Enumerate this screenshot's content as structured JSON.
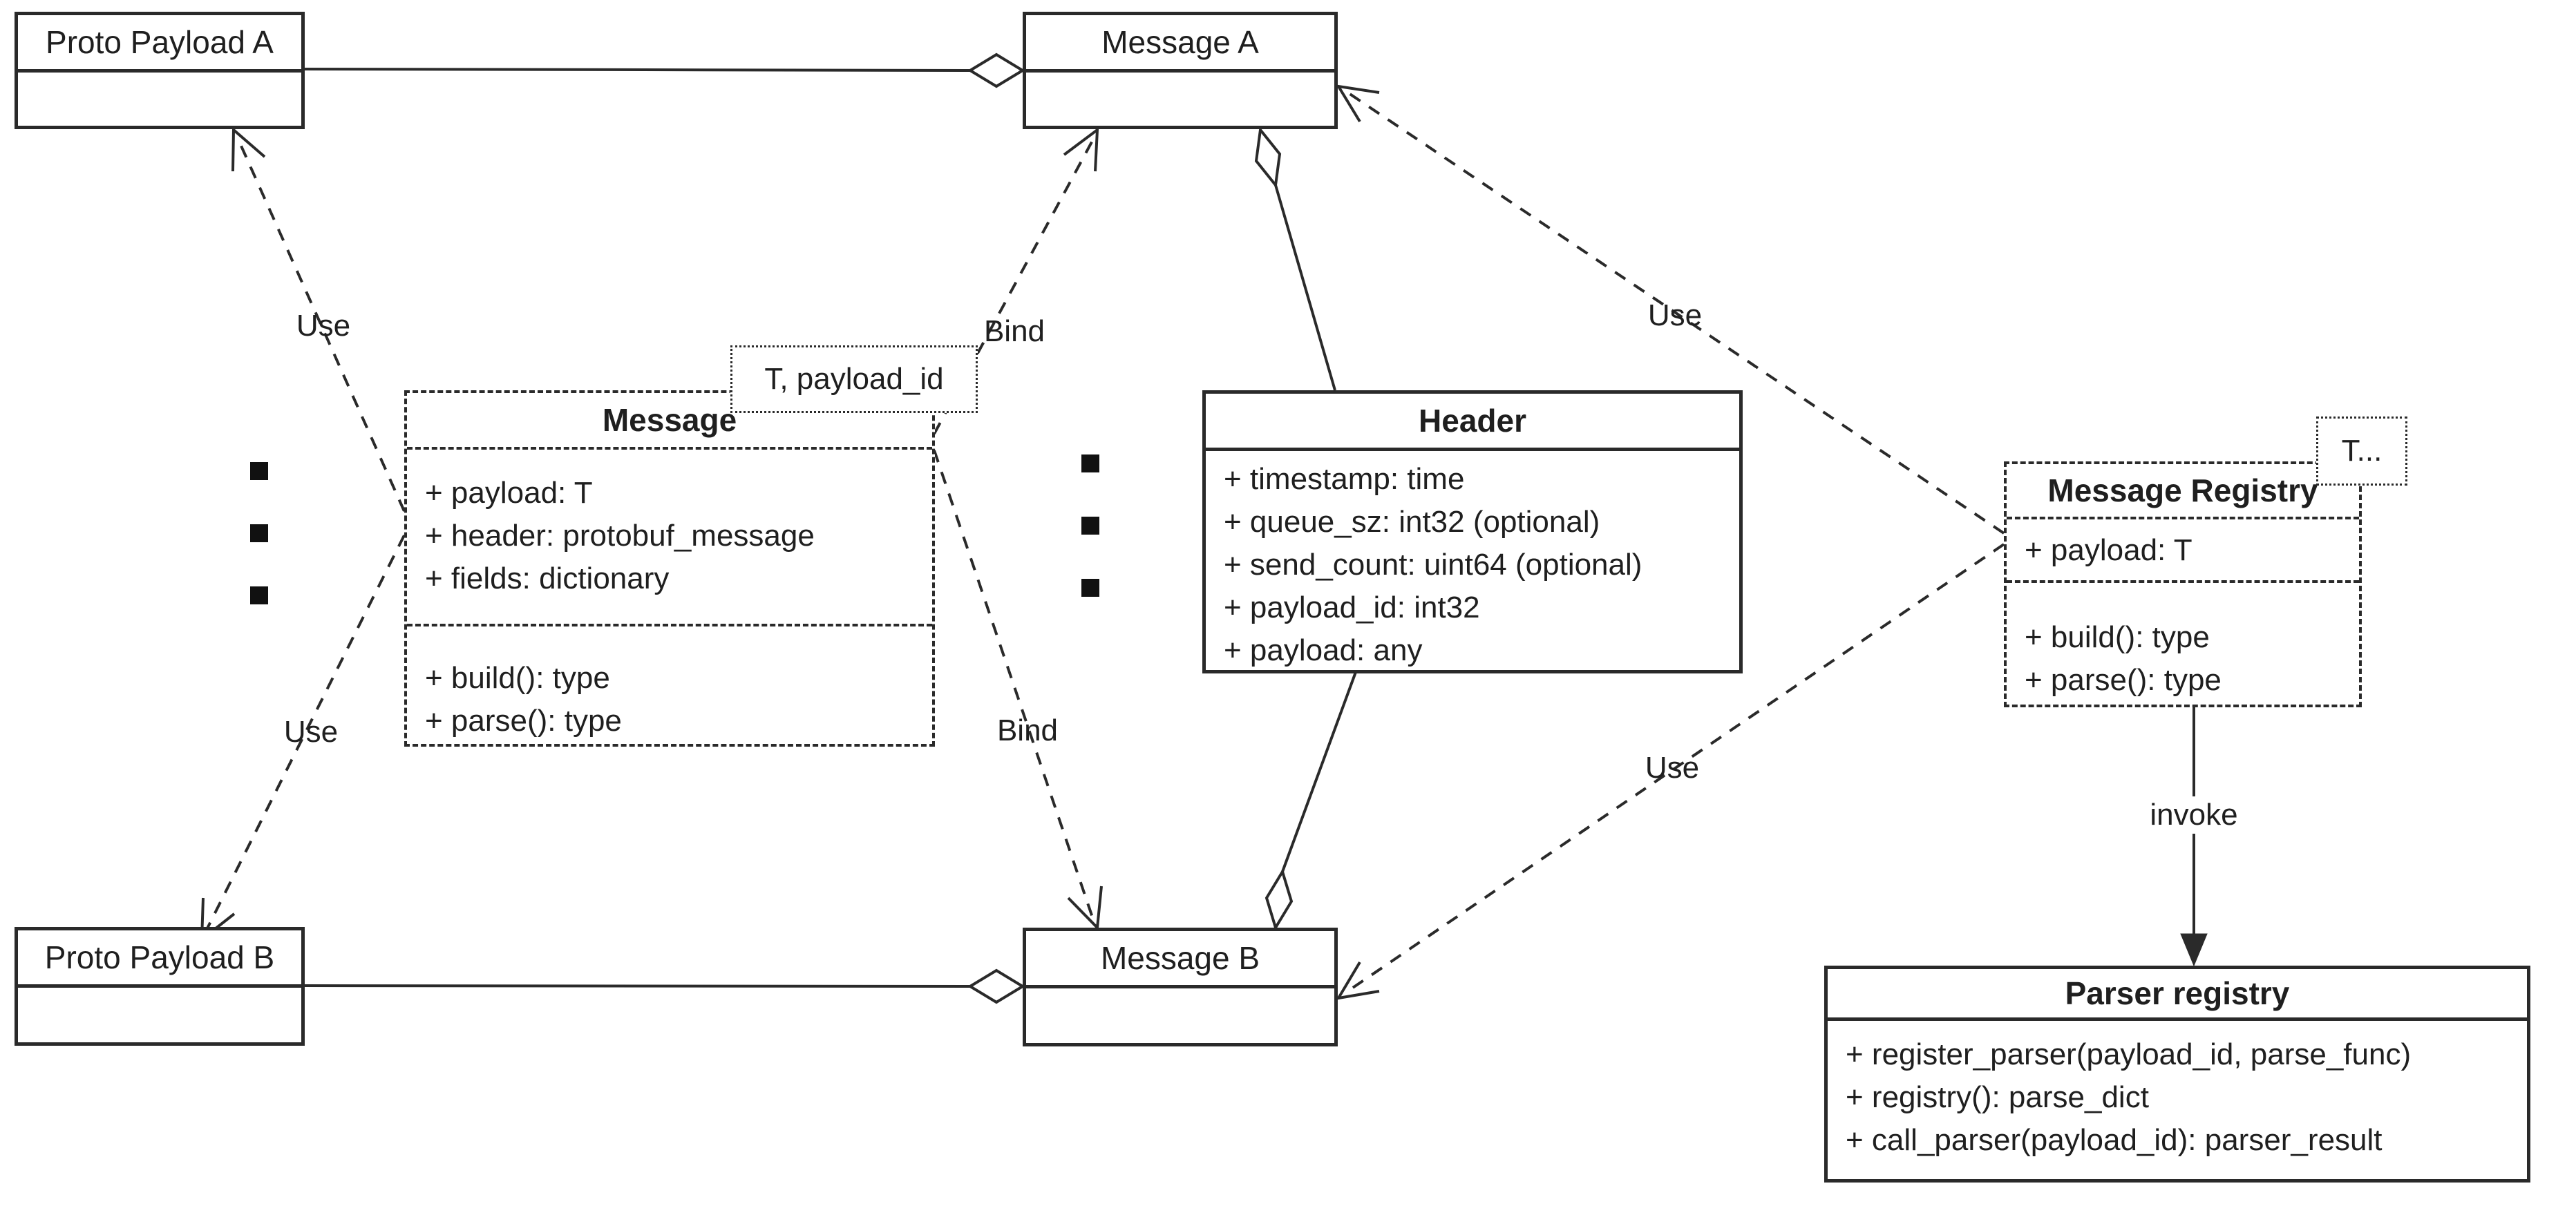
{
  "diagram": {
    "classes": {
      "proto_payload_a": {
        "title": "Proto Payload A"
      },
      "proto_payload_b": {
        "title": "Proto Payload B"
      },
      "message_a": {
        "title": "Message A"
      },
      "message_b": {
        "title": "Message B"
      },
      "message": {
        "template_param": "T, payload_id",
        "title": "Message",
        "attributes": [
          "+ payload: T",
          "+ header: protobuf_message",
          "+ fields: dictionary"
        ],
        "methods": [
          "+ build(): type",
          "+ parse(): type"
        ]
      },
      "header": {
        "title": "Header",
        "attributes": [
          "+ timestamp: time",
          "+ queue_sz: int32 (optional)",
          "+ send_count: uint64 (optional)",
          "+ payload_id: int32",
          "+ payload: any"
        ]
      },
      "message_registry": {
        "template_param": "T...",
        "title": "Message Registry",
        "attributes": [
          "+ payload: T"
        ],
        "methods": [
          "+ build(): type",
          "+ parse(): type"
        ]
      },
      "parser_registry": {
        "title": "Parser registry",
        "methods": [
          "+ register_parser(payload_id, parse_func)",
          "+ registry(): parse_dict",
          "+ call_parser(payload_id): parser_result"
        ]
      }
    },
    "labels": {
      "use_top_left": "Use",
      "bind_top": "Bind",
      "use_top_right": "Use",
      "use_bottom_left": "Use",
      "bind_bottom": "Bind",
      "use_bottom_right": "Use",
      "invoke": "invoke"
    },
    "colors": {
      "stroke": "#2a2a2a",
      "background": "#ffffff"
    }
  }
}
